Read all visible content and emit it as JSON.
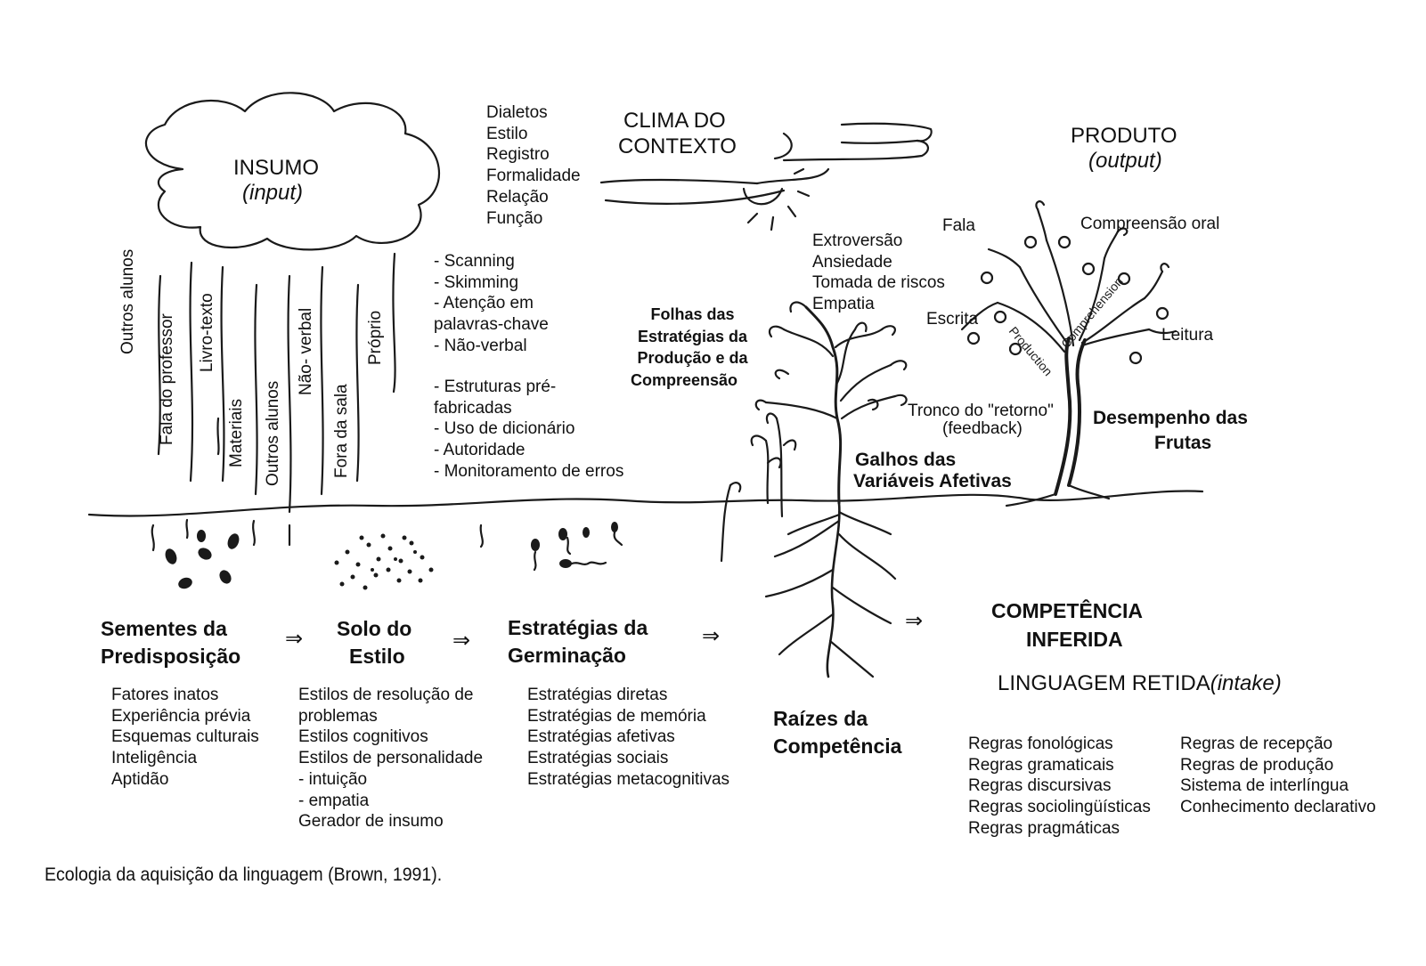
{
  "cloud": {
    "title": "INSUMO",
    "subtitle": "(input)"
  },
  "context": {
    "title_line1": "CLIMA DO",
    "title_line2": "CONTEXTO",
    "items": [
      "Dialetos",
      "Estilo",
      "Registro",
      "Formalidade",
      "Relação",
      "Função"
    ]
  },
  "product": {
    "title": "PRODUTO",
    "subtitle": "(output)"
  },
  "rain_labels": [
    "Outros alunos",
    "Fala do professor",
    "Livro-texto",
    "Materiais",
    "Outros alunos",
    "Não- verbal",
    "Fora da sala",
    "Próprio"
  ],
  "strategies_list_a": [
    "- Scanning",
    "- Skimming",
    "- Atenção em",
    "palavras-chave",
    "- Não-verbal"
  ],
  "strategies_list_b": [
    "- Estruturas pré-",
    "fabricadas",
    "- Uso de dicionário",
    "- Autoridade",
    "- Monitoramento de erros"
  ],
  "affective": {
    "items": [
      "Extroversão",
      "Ansiedade",
      "Tomada de riscos",
      "Empatia"
    ],
    "branches_line1": "Galhos das",
    "branches_line2": "Variáveis Afetivas"
  },
  "leaves": {
    "lines": [
      "Folhas das",
      "Estratégias da",
      "Produção e da",
      "Compreensão"
    ]
  },
  "tree": {
    "fala": "Fala",
    "comp_oral": "Compreensão oral",
    "escrita": "Escrita",
    "leitura": "Leitura",
    "production": "Production",
    "comprehension": "Comprehension",
    "trunk_line1": "Tronco do \"retorno\"",
    "trunk_line2": "(feedback)",
    "fruits_line1": "Desempenho das",
    "fruits_line2": "Frutas"
  },
  "seeds": {
    "title_line1": "Sementes da",
    "title_line2": "Predisposição",
    "items": [
      "Fatores inatos",
      "Experiência prévia",
      "Esquemas culturais",
      "Inteligência",
      "Aptidão"
    ]
  },
  "soil": {
    "title_line1": "Solo do",
    "title_line2": "Estilo",
    "items": [
      "Estilos de resolução de",
      "problemas",
      "Estilos cognitivos",
      "Estilos de personalidade",
      "- intuição",
      "- empatia",
      "Gerador de insumo"
    ]
  },
  "germination": {
    "title_line1": "Estratégias da",
    "title_line2": "Germinação",
    "items": [
      "Estratégias diretas",
      "Estratégias de memória",
      "Estratégias afetivas",
      "Estratégias sociais",
      "Estratégias metacognitivas"
    ]
  },
  "roots": {
    "title_line1": "Raízes da",
    "title_line2": "Competência"
  },
  "competence": {
    "title_line1": "COMPETÊNCIA",
    "title_line2": "INFERIDA",
    "retained": "LINGUAGEM RETIDA",
    "retained_italic": "(intake)",
    "rules_a": [
      "Regras fonológicas",
      "Regras gramaticais",
      "Regras discursivas",
      "Regras sociolingüísticas",
      "Regras pragmáticas"
    ],
    "rules_b": [
      "Regras de recepção",
      "Regras de produção",
      "Sistema de interlíngua",
      "Conhecimento declarativo"
    ]
  },
  "arrow_symbol": "⇒",
  "caption": "Ecologia da aquisição da linguagem (Brown, 1991)."
}
